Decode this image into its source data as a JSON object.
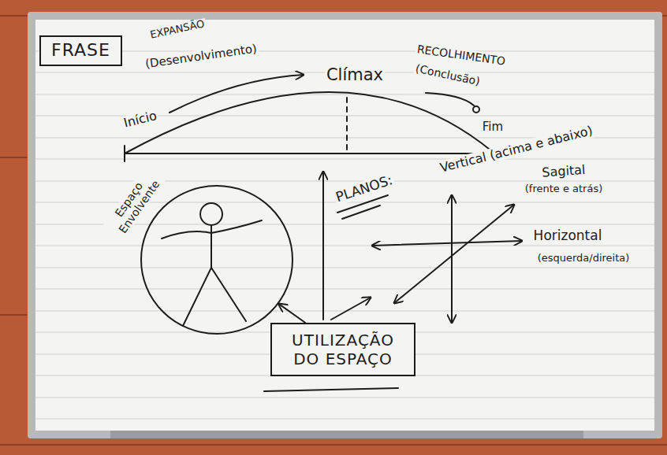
{
  "diagram": {
    "nodes": [
      {
        "text": [
          "FRASE"
        ]
      },
      {
        "text": [
          "Espaço Envolvente"
        ]
      },
      {
        "text": [
          "UTILIZAÇÃO DO ESPAÇO"
        ]
      }
    ],
    "edges": [
      {
        "from": 2,
        "to": 1,
        "arrow": "to"
      }
    ],
    "labels": [
      "EXPANSÃO",
      "(Desenvolvimento)",
      "Clímax",
      "RECOLHIMENTO",
      "(Conclusão)",
      "Início",
      "Fim",
      "PLANOS:",
      "Vertical (acima e abaixo)",
      "Sagital",
      "(frente e atrás)",
      "Horizontal",
      "(esquerda/direita)"
    ]
  }
}
